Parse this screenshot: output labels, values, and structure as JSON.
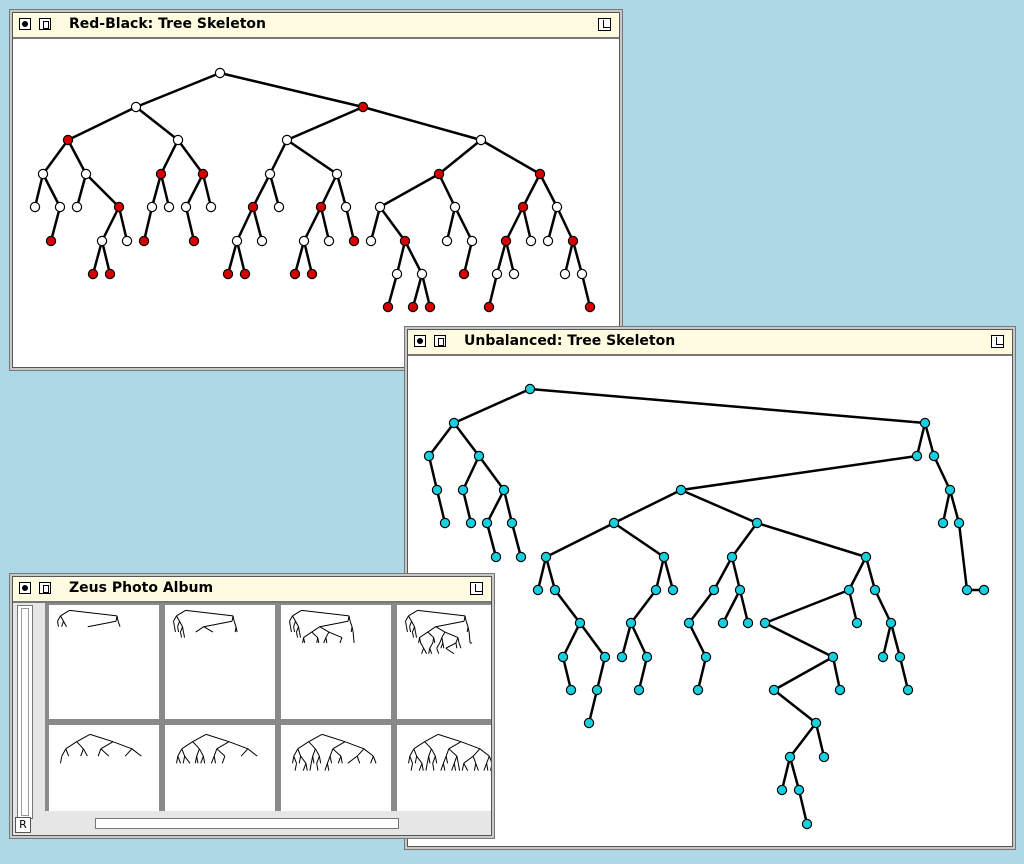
{
  "windows": {
    "red_black": {
      "title": "Red-Black: Tree Skeleton"
    },
    "unbalanced": {
      "title": "Unbalanced: Tree Skeleton"
    },
    "album": {
      "title": "Zeus Photo Album",
      "corner_label": "R"
    }
  },
  "colors": {
    "desktop": "#add8e6",
    "red_node": "#d40000",
    "black_node": "#ffffff",
    "unbalanced_node": "#16d0e0"
  }
}
